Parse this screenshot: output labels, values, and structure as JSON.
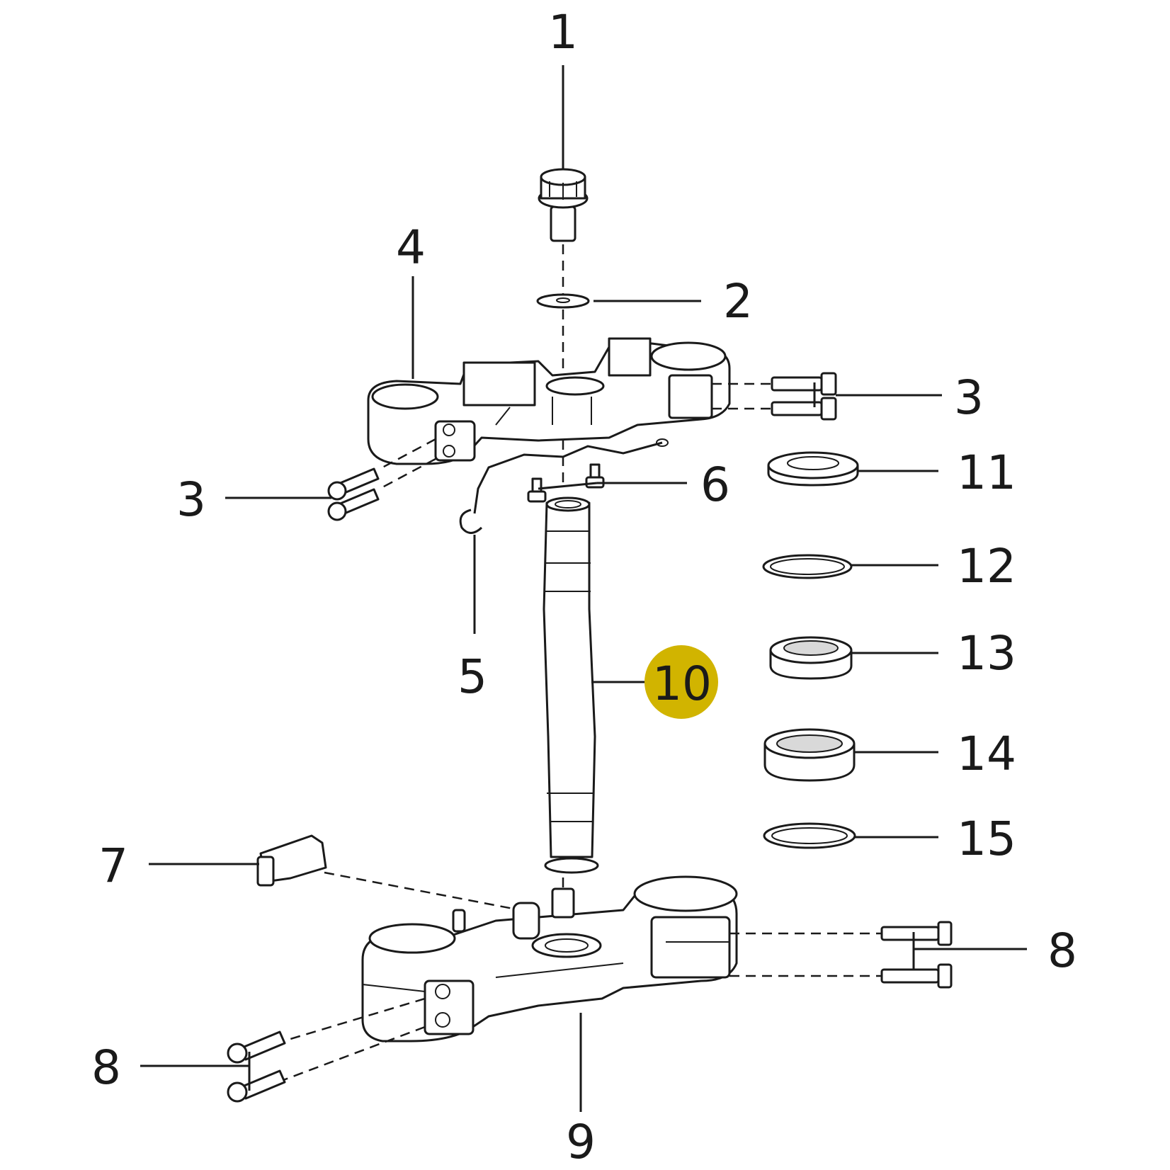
{
  "diagram": {
    "highlight_color": "#d1b400",
    "callouts": {
      "c1": "1",
      "c2": "2",
      "c3_right": "3",
      "c3_left": "3",
      "c4": "4",
      "c5": "5",
      "c6": "6",
      "c7": "7",
      "c8_right": "8",
      "c8_left": "8",
      "c9": "9",
      "c10": "10",
      "c11": "11",
      "c12": "12",
      "c13": "13",
      "c14": "14",
      "c15": "15"
    }
  }
}
